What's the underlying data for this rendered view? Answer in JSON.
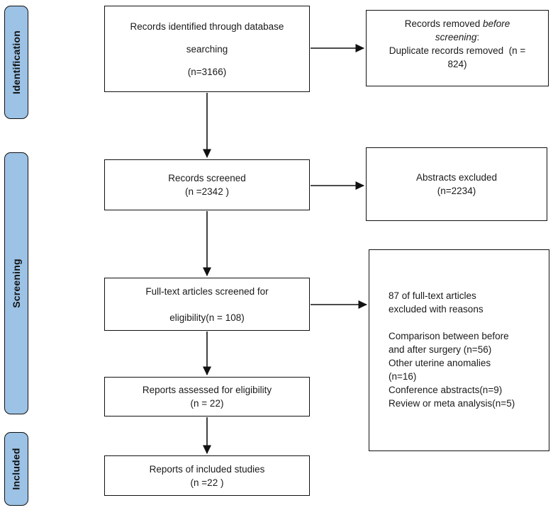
{
  "colors": {
    "stage_fill": "#9CC2E5",
    "stage_border": "#111111",
    "box_border": "#111111",
    "background": "#FFFFFF",
    "arrow": "#111111"
  },
  "stages": [
    {
      "label": "Identification"
    },
    {
      "label": "Screening"
    },
    {
      "label": "Included"
    }
  ],
  "flow": {
    "identified": {
      "lines": [
        "Records identified through database",
        "searching",
        "(n=3166)"
      ]
    },
    "removed": {
      "normal1": "Records removed ",
      "italic1": "before",
      "italic2": "screening",
      "colon": ":",
      "line3": "Duplicate records removed  (n =",
      "line4": "824)"
    },
    "screened": {
      "lines": [
        "Records screened",
        "(n =2342 )"
      ]
    },
    "abstracts_excluded": {
      "lines": [
        "Abstracts excluded",
        "(n=2234)"
      ]
    },
    "fulltext": {
      "lines": [
        "Full-text articles screened for",
        "eligibility(n = 108)"
      ]
    },
    "excluded_reasons": {
      "lines": [
        "87 of full-text articles",
        "excluded with reasons",
        "",
        "Comparison between before",
        "and after surgery (n=56)",
        "Other uterine anomalies",
        "(n=16)",
        "Conference abstracts(n=9)",
        "Review or meta analysis(n=5)"
      ]
    },
    "assessed": {
      "lines": [
        "Reports assessed for eligibility",
        "(n = 22)"
      ]
    },
    "included_studies": {
      "lines": [
        "Reports of included studies",
        "(n =22 )"
      ]
    }
  }
}
